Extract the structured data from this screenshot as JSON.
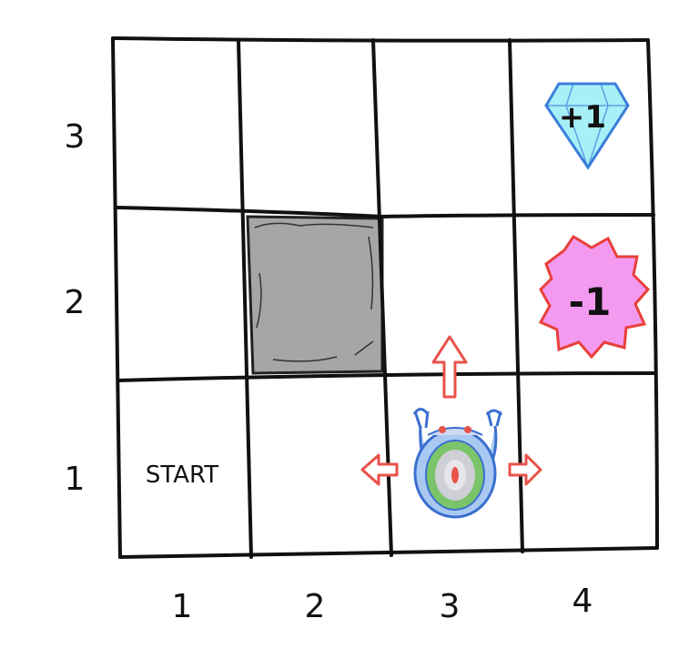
{
  "grid": {
    "columns": 4,
    "rows": 3,
    "col_labels": [
      "1",
      "2",
      "3",
      "4"
    ],
    "row_labels": [
      "3",
      "2",
      "1"
    ]
  },
  "cells": {
    "start": {
      "col": 1,
      "row": 1,
      "label": "START"
    },
    "wall": {
      "col": 2,
      "row": 2,
      "color": "#a6a6a6"
    },
    "goal": {
      "col": 4,
      "row": 3,
      "label": "+1",
      "color": "#a8f0f8",
      "outline": "#3b7fd9"
    },
    "pit": {
      "col": 4,
      "row": 2,
      "label": "-1",
      "color": "#f39af0",
      "outline": "#e8403a"
    }
  },
  "agent": {
    "col": 3,
    "row": 1,
    "icon": "robot-icon",
    "move_arrows": [
      "up",
      "left",
      "right"
    ],
    "arrow_color": "#e8524a",
    "body_color": "#a9c9f2"
  }
}
